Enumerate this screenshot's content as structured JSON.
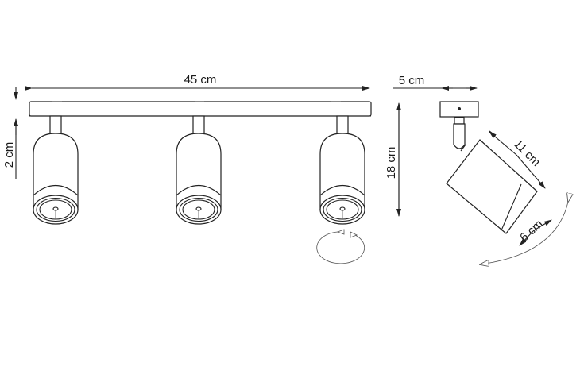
{
  "diagram": {
    "type": "product-dimension-drawing",
    "subject": "triple ceiling spotlight bar",
    "front_view": {
      "spot_count": 3,
      "dimensions": {
        "width": "45 cm",
        "height": "18 cm",
        "rail_height": "2 cm"
      },
      "rotation_indicator": "horizontal-rotation"
    },
    "side_view": {
      "dimensions": {
        "base_depth": "5 cm",
        "head_length": "11 cm",
        "head_diameter": "6 cm"
      },
      "tilt_indicator": "tilt-arc"
    },
    "colors": {
      "line": "#222222",
      "background": "#ffffff"
    }
  }
}
